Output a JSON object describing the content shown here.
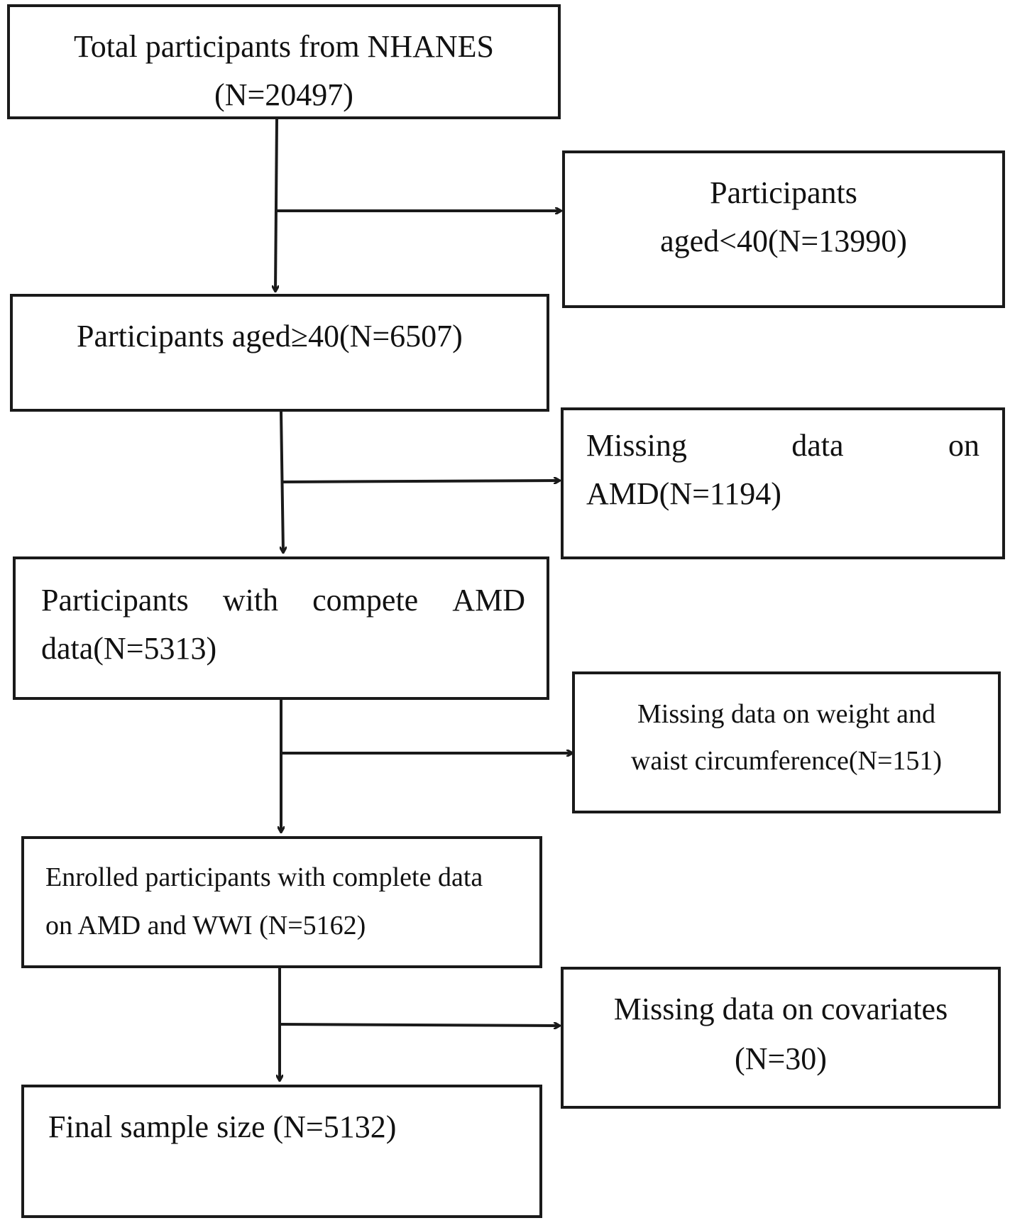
{
  "boxes": {
    "total": {
      "lines": [
        "Total participants from NHANES",
        "(N=20497)"
      ]
    },
    "aged_under_40": {
      "lines": [
        "Participants",
        "aged<40(N=13990)"
      ]
    },
    "aged_40_plus": {
      "lines": [
        "Participants aged≥40(N=6507)"
      ]
    },
    "missing_amd": {
      "words": [
        "Missing",
        "data",
        "on"
      ],
      "line2": "AMD(N=1194)"
    },
    "complete_amd": {
      "words": [
        "Participants",
        "with",
        "compete",
        "AMD"
      ],
      "line2": "data(N=5313)"
    },
    "missing_weight": {
      "lines": [
        "Missing data on weight and",
        "waist circumference(N=151)"
      ]
    },
    "enrolled": {
      "lines": [
        "Enrolled participants with complete data",
        "on AMD and WWI (N=5162)"
      ]
    },
    "missing_covariates": {
      "lines": [
        "Missing data on covariates",
        "(N=30)"
      ]
    },
    "final": {
      "lines": [
        "Final sample size (N=5132)"
      ]
    }
  }
}
